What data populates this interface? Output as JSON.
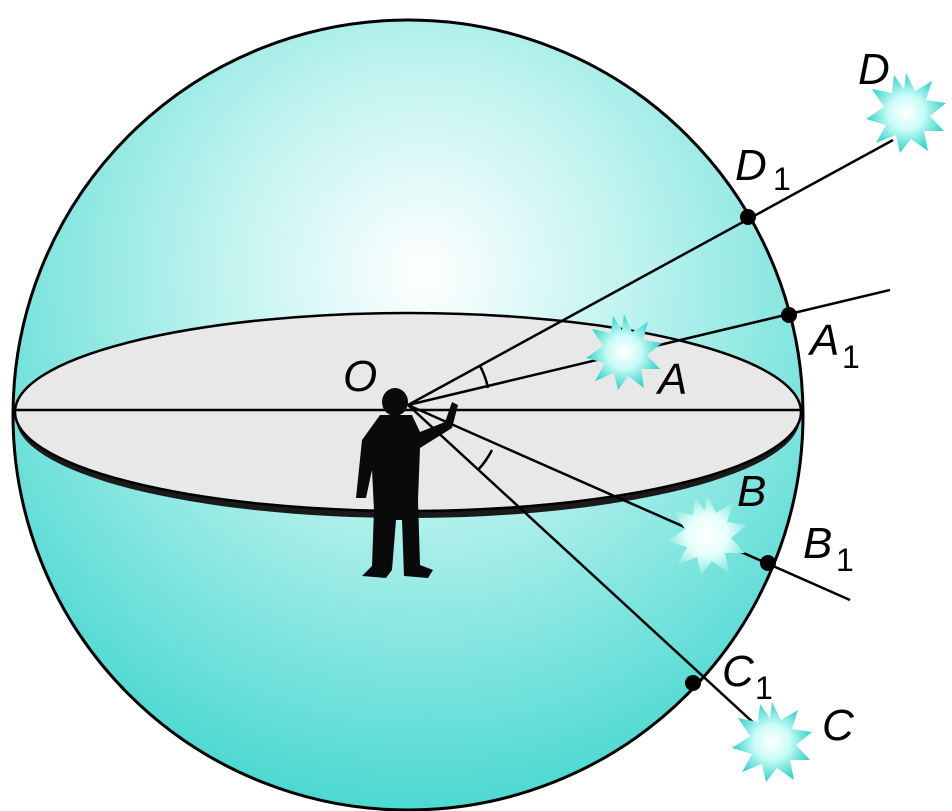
{
  "diagram": {
    "colors": {
      "sphere": "#3fd6cf",
      "sphere_highlight": "#e8fffd",
      "plane": "#e9e9e9",
      "star": "#35d9cf",
      "star_core": "#ffffff",
      "line": "#000000"
    },
    "labels": {
      "observer": "O",
      "star_a": "A",
      "star_b": "B",
      "star_c": "C",
      "star_d": "D",
      "proj_a_letter": "A",
      "proj_a_sub": "1",
      "proj_b_letter": "B",
      "proj_b_sub": "1",
      "proj_c_letter": "C",
      "proj_c_sub": "1",
      "proj_d_letter": "D",
      "proj_d_sub": "1"
    }
  }
}
